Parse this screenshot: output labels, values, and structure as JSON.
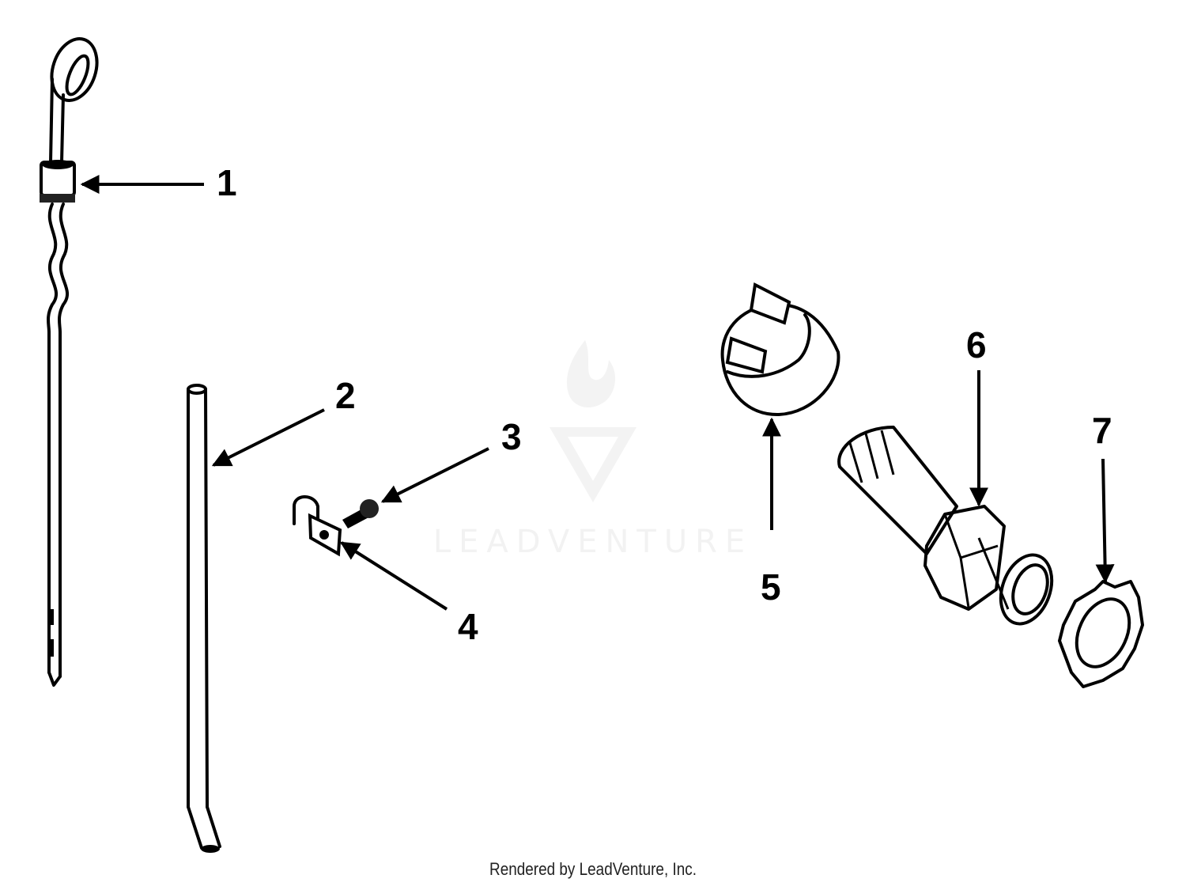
{
  "watermark": {
    "text": "LEADVENTURE"
  },
  "callouts": [
    {
      "id": "1",
      "label": "1"
    },
    {
      "id": "2",
      "label": "2"
    },
    {
      "id": "3",
      "label": "3"
    },
    {
      "id": "4",
      "label": "4"
    },
    {
      "id": "5",
      "label": "5"
    },
    {
      "id": "6",
      "label": "6"
    },
    {
      "id": "7",
      "label": "7"
    }
  ],
  "footer": {
    "credit": "Rendered by LeadVenture, Inc."
  }
}
